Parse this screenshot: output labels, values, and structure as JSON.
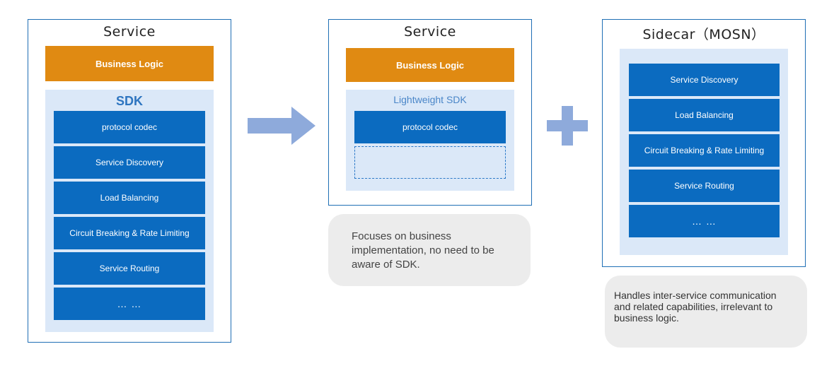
{
  "left": {
    "title": "Service",
    "business_logic": "Business Logic",
    "sdk_title": "SDK",
    "modules": [
      "protocol codec",
      "Service Discovery",
      "Load Balancing",
      "Circuit Breaking & Rate Limiting",
      "Service Routing",
      "… …"
    ]
  },
  "middle": {
    "title": "Service",
    "business_logic": "Business Logic",
    "sdk_title": "Lightweight SDK",
    "modules": [
      "protocol codec"
    ],
    "note": "Focuses on business implementation, no need to be aware of SDK."
  },
  "right": {
    "title": "Sidecar（MOSN）",
    "modules": [
      "Service Discovery",
      "Load Balancing",
      "Circuit Breaking & Rate Limiting",
      "Service Routing",
      "… …"
    ],
    "note": "Handles inter-service communication and related capabilities, irrelevant to business logic."
  },
  "colors": {
    "frame_border": "#1f6fb5",
    "business_logic": "#e08a12",
    "module_block": "#0b6bc0",
    "sdk_panel": "#dbe8f8",
    "connector": "#8eaadb",
    "note_bg": "#ececec"
  }
}
